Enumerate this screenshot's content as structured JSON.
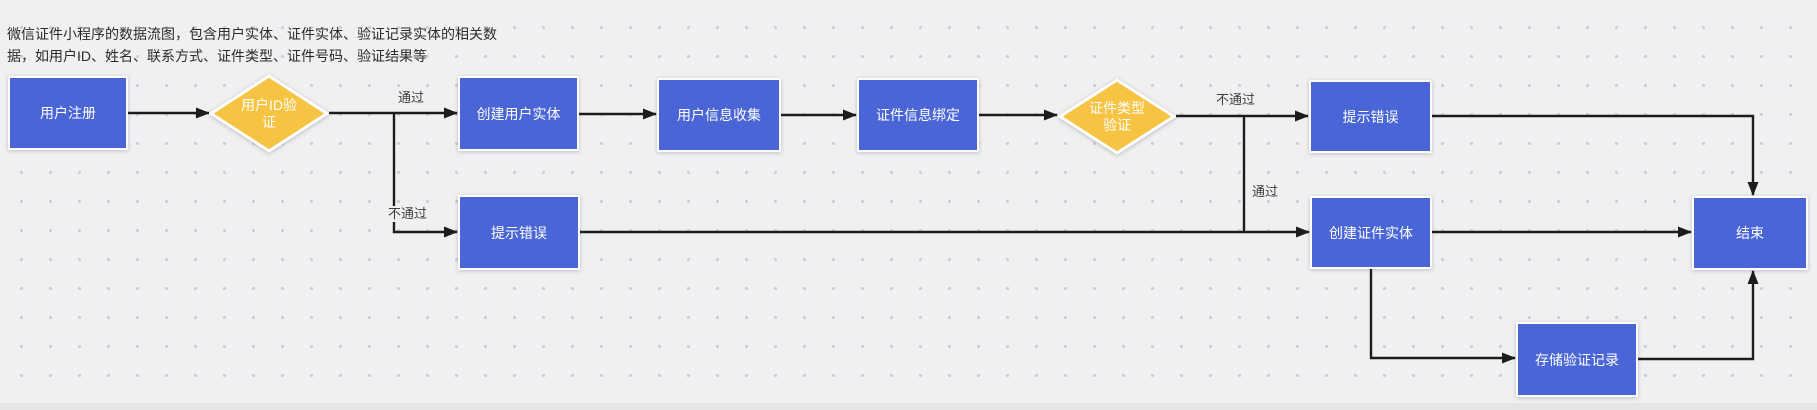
{
  "description": {
    "line1": "微信证件小程序的数据流图，包含用户实体、证件实体、验证记录实体的相关数",
    "line2": "据，如用户ID、姓名、联系方式、证件类型、证件号码、验证结果等"
  },
  "nodes": [
    {
      "id": "user-register",
      "type": "process",
      "label": "用户注册"
    },
    {
      "id": "user-id-verify",
      "type": "decision",
      "label": "用户ID验\n证"
    },
    {
      "id": "create-user-entity",
      "type": "process",
      "label": "创建用户实体"
    },
    {
      "id": "user-info-collect",
      "type": "process",
      "label": "用户信息收集"
    },
    {
      "id": "cert-info-bind",
      "type": "process",
      "label": "证件信息绑定"
    },
    {
      "id": "cert-type-verify",
      "type": "decision",
      "label": "证件类型\n验证"
    },
    {
      "id": "error-tip-1",
      "type": "process",
      "label": "提示错误"
    },
    {
      "id": "error-tip-2",
      "type": "process",
      "label": "提示错误"
    },
    {
      "id": "create-cert-entity",
      "type": "process",
      "label": "创建证件实体"
    },
    {
      "id": "end",
      "type": "process",
      "label": "结束"
    },
    {
      "id": "store-verify-record",
      "type": "process",
      "label": "存储验证记录"
    }
  ],
  "edges": [
    {
      "from": "user-register",
      "to": "user-id-verify",
      "label": ""
    },
    {
      "from": "user-id-verify",
      "to": "create-user-entity",
      "label": "通过"
    },
    {
      "from": "user-id-verify",
      "to": "error-tip-2",
      "label": "不通过"
    },
    {
      "from": "create-user-entity",
      "to": "user-info-collect",
      "label": ""
    },
    {
      "from": "user-info-collect",
      "to": "cert-info-bind",
      "label": ""
    },
    {
      "from": "cert-info-bind",
      "to": "cert-type-verify",
      "label": ""
    },
    {
      "from": "cert-type-verify",
      "to": "error-tip-1",
      "label": "不通过"
    },
    {
      "from": "cert-type-verify",
      "to": "create-cert-entity",
      "label": "通过"
    },
    {
      "from": "error-tip-1",
      "to": "end",
      "label": ""
    },
    {
      "from": "error-tip-2",
      "to": "create-cert-entity",
      "label": ""
    },
    {
      "from": "create-cert-entity",
      "to": "end",
      "label": ""
    },
    {
      "from": "create-cert-entity",
      "to": "store-verify-record",
      "label": ""
    },
    {
      "from": "store-verify-record",
      "to": "end",
      "label": ""
    }
  ],
  "colors": {
    "process_fill": "#4a65d6",
    "decision_fill": "#f6c343",
    "node_border": "#fdfdfd",
    "node_text": "#ffffff",
    "edge": "#1c1c1c",
    "edge_label_text": "#3f3f3f",
    "canvas_bg": "#f0f0f2",
    "dot_grid": "#cdced2"
  }
}
